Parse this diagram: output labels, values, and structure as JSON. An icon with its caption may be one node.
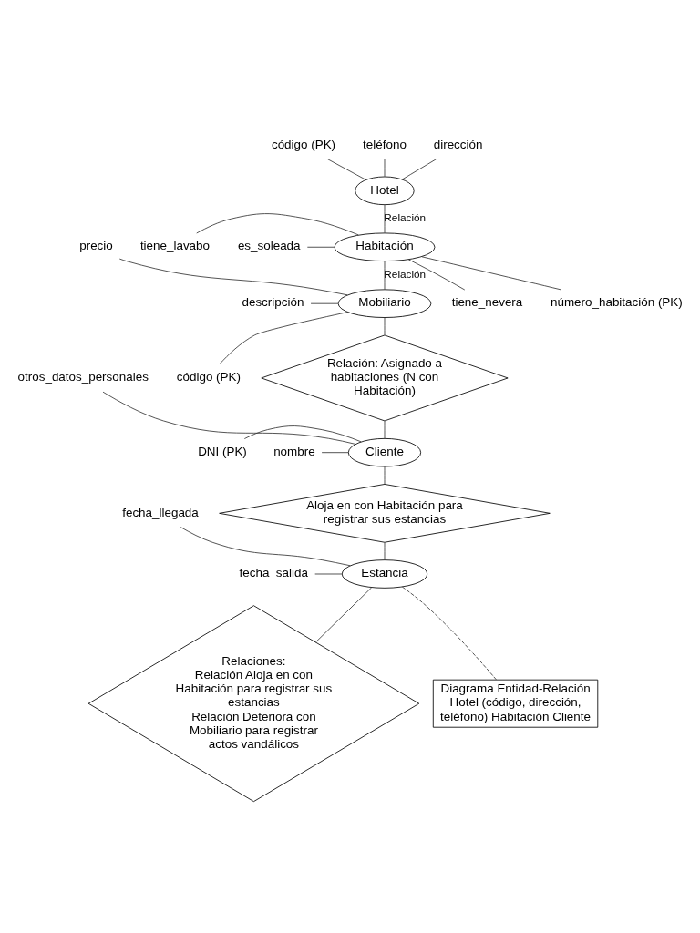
{
  "diagram": {
    "nodes": [
      {
        "text": [
          "Hotel"
        ]
      },
      {
        "text": [
          "código (PK)"
        ]
      },
      {
        "text": [
          "teléfono"
        ]
      },
      {
        "text": [
          "dirección"
        ]
      },
      {
        "text": [
          "Habitación"
        ]
      },
      {
        "text": [
          "tiene_lavabo"
        ]
      },
      {
        "text": [
          "tiene_nevera"
        ]
      },
      {
        "text": [
          "número_habitación (PK)"
        ]
      },
      {
        "text": [
          "es_soleada"
        ]
      },
      {
        "text": [
          "Mobiliario"
        ]
      },
      {
        "text": [
          "precio"
        ]
      },
      {
        "text": [
          "descripción"
        ]
      },
      {
        "text": [
          "código (PK)"
        ]
      },
      {
        "text": [
          "Relación: Asignado a habitaciones (N con Habitación)"
        ]
      },
      {
        "text": [
          "Cliente"
        ]
      },
      {
        "text": [
          "otros_datos_personales"
        ]
      },
      {
        "text": [
          "DNI (PK)"
        ]
      },
      {
        "text": [
          "nombre"
        ]
      },
      {
        "text": [
          "Aloja en con Habitación para registrar sus estancias"
        ]
      },
      {
        "text": [
          "Estancia"
        ]
      },
      {
        "text": [
          "fecha_salida"
        ]
      },
      {
        "text": [
          "fecha_llegada"
        ]
      },
      {
        "text": [
          "Relaciones:",
          "Relación Aloja en con Habitación para registrar sus estancias",
          "Relación Deteriora con Mobiliario para registrar actos vandálicos"
        ]
      },
      {
        "text": [
          "Diagrama Entidad-Relación",
          "Hotel (código, dirección, teléfono) Habitación Cliente"
        ]
      }
    ],
    "edges": [
      {
        "from": 1,
        "to": 0,
        "arrow": "none"
      },
      {
        "from": 2,
        "to": 0,
        "arrow": "none"
      },
      {
        "from": 3,
        "to": 0,
        "arrow": "none"
      },
      {
        "from": 0,
        "to": 4,
        "arrow": "none",
        "label": "Relación"
      },
      {
        "from": 5,
        "to": 4,
        "arrow": "none"
      },
      {
        "from": 6,
        "to": 4,
        "arrow": "none"
      },
      {
        "from": 7,
        "to": 4,
        "arrow": "none"
      },
      {
        "from": 8,
        "to": 4,
        "arrow": "none"
      },
      {
        "from": 4,
        "to": 9,
        "arrow": "none",
        "label": "Relación"
      },
      {
        "from": 10,
        "to": 9,
        "arrow": "none"
      },
      {
        "from": 11,
        "to": 9,
        "arrow": "none"
      },
      {
        "from": 12,
        "to": 9,
        "arrow": "none"
      },
      {
        "from": 9,
        "to": 13,
        "arrow": "none"
      },
      {
        "from": 13,
        "to": 14,
        "arrow": "none"
      },
      {
        "from": 15,
        "to": 14,
        "arrow": "none"
      },
      {
        "from": 16,
        "to": 14,
        "arrow": "none"
      },
      {
        "from": 17,
        "to": 14,
        "arrow": "none"
      },
      {
        "from": 14,
        "to": 18,
        "arrow": "none"
      },
      {
        "from": 18,
        "to": 19,
        "arrow": "none"
      },
      {
        "from": 20,
        "to": 19,
        "arrow": "none"
      },
      {
        "from": 21,
        "to": 19,
        "arrow": "none"
      },
      {
        "from": 19,
        "to": 22,
        "arrow": "none"
      },
      {
        "from": 19,
        "to": 23,
        "arrow": "none",
        "style": "dashed"
      }
    ]
  }
}
